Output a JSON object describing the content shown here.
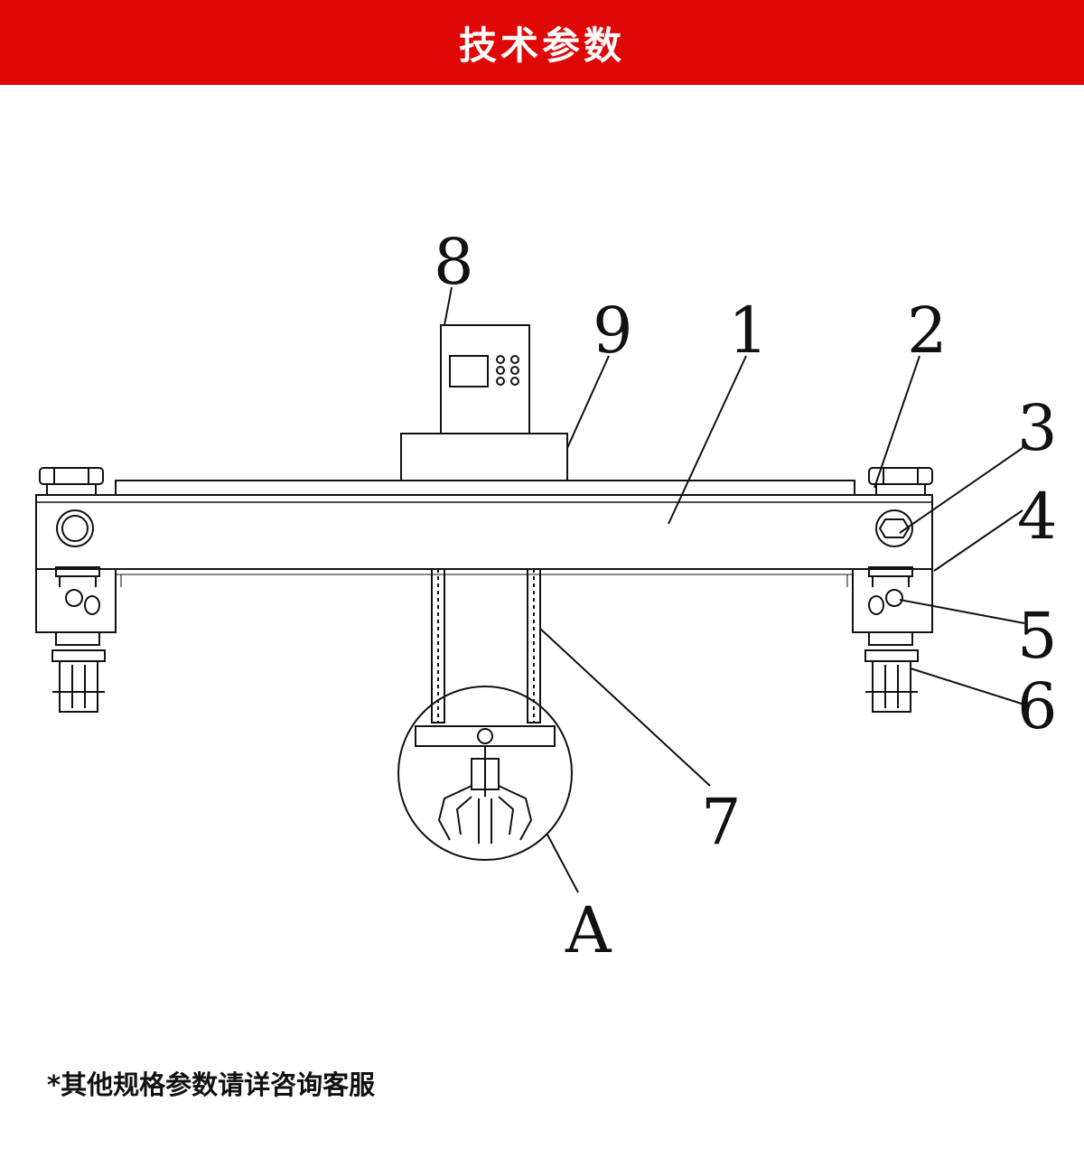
{
  "header": {
    "title": "技术参数"
  },
  "diagram": {
    "callouts": [
      "1",
      "2",
      "3",
      "4",
      "5",
      "6",
      "7",
      "8",
      "9",
      "A"
    ]
  },
  "footnote": "*其他规格参数请详咨询客服",
  "colors": {
    "header_bg": "#e00707",
    "line": "#111111"
  }
}
